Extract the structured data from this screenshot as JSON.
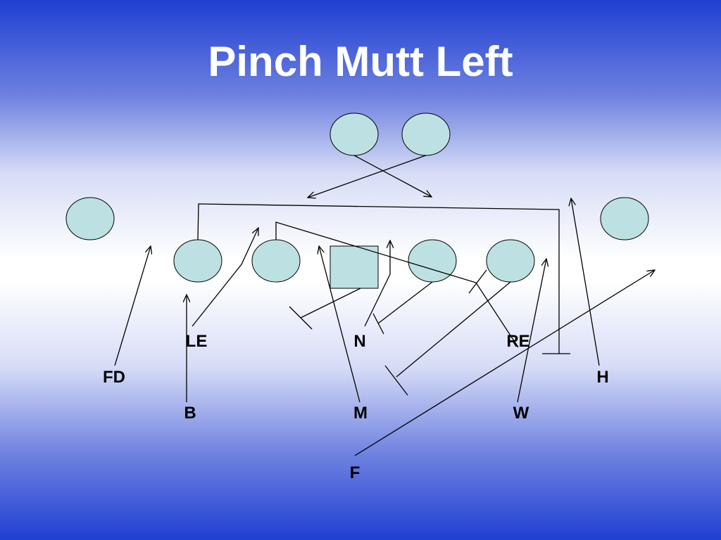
{
  "slide": {
    "title": "Pinch Mutt Left",
    "colors": {
      "background_top": "#1f3fd2",
      "background_middle": "#ffffff",
      "player_fill": "#bde1e2",
      "title_text": "#ffffff",
      "label_text": "#000000"
    }
  },
  "defense_labels": {
    "le": "LE",
    "n": "N",
    "re": "RE",
    "fd": "FD",
    "h": "H",
    "b": "B",
    "m": "M",
    "w": "W",
    "f": "F"
  }
}
